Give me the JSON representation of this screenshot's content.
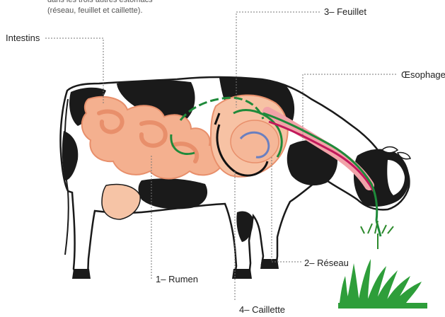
{
  "intro_text": {
    "line1": "dans les trois autres estomacs",
    "line2": "(réseau, feuillet et caillette)."
  },
  "labels": {
    "intestins": "Intestins",
    "feuillet": "3– Feuillet",
    "oesophage": "Œsophage",
    "rumen": "1– Rumen",
    "reseau": "2– Réseau",
    "caillette": "4– Caillette"
  },
  "colors": {
    "intestine": "#f4b08f",
    "intestine_shade": "#e88f6b",
    "oesophagus": "#f2a2a8",
    "green_flow": "#1f8a3a",
    "black_flow": "#111111",
    "pink_flow": "#c2185b",
    "blue_flow": "#6a7fc0",
    "leader_line": "#777777",
    "cow_black": "#1a1a1a",
    "cow_white": "#ffffff",
    "udder": "#f6c4a6"
  },
  "icons": [
    "cow-illustration",
    "grass-icon"
  ]
}
